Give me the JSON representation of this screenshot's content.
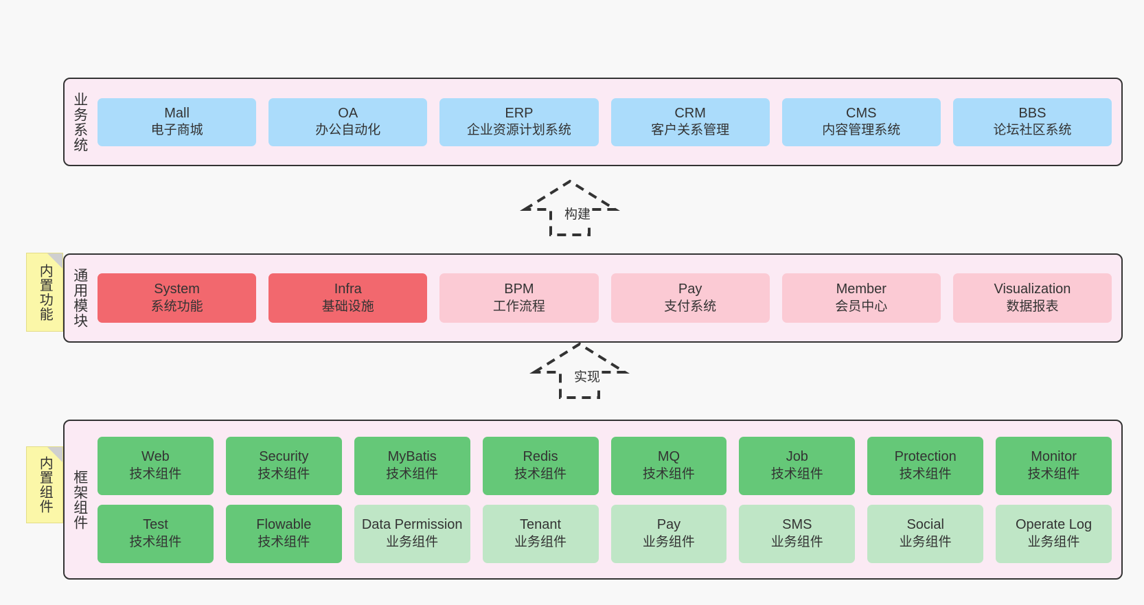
{
  "diagram": {
    "title": "ruoyi-vue-pro architecture layers",
    "colors": {
      "band_background": "#fbeaf4",
      "band_border": "#333333",
      "business_card": "#abdcfb",
      "module_highlight": "#f2686e",
      "module_normal": "#fbcad4",
      "tech_component": "#65c878",
      "business_component": "#bfe6c6",
      "sticky_note": "#fbf7a8",
      "page_background": "#f8f8f8"
    }
  },
  "layers": {
    "business": {
      "label": "业务系统",
      "cards": [
        {
          "name": "Mall",
          "sub": "电子商城"
        },
        {
          "name": "OA",
          "sub": "办公自动化"
        },
        {
          "name": "ERP",
          "sub": "企业资源计划系统"
        },
        {
          "name": "CRM",
          "sub": "客户关系管理"
        },
        {
          "name": "CMS",
          "sub": "内容管理系统"
        },
        {
          "name": "BBS",
          "sub": "论坛社区系统"
        }
      ]
    },
    "common": {
      "label": "通用模块",
      "cards": [
        {
          "name": "System",
          "sub": "系统功能",
          "style": "c-red"
        },
        {
          "name": "Infra",
          "sub": "基础设施",
          "style": "c-red"
        },
        {
          "name": "BPM",
          "sub": "工作流程",
          "style": "c-pink"
        },
        {
          "name": "Pay",
          "sub": "支付系统",
          "style": "c-pink"
        },
        {
          "name": "Member",
          "sub": "会员中心",
          "style": "c-pink"
        },
        {
          "name": "Visualization",
          "sub": "数据报表",
          "style": "c-pink"
        }
      ]
    },
    "framework": {
      "label": "框架组件",
      "row1": [
        {
          "name": "Web",
          "sub": "技术组件"
        },
        {
          "name": "Security",
          "sub": "技术组件"
        },
        {
          "name": "MyBatis",
          "sub": "技术组件"
        },
        {
          "name": "Redis",
          "sub": "技术组件"
        },
        {
          "name": "MQ",
          "sub": "技术组件"
        },
        {
          "name": "Job",
          "sub": "技术组件"
        },
        {
          "name": "Protection",
          "sub": "技术组件"
        },
        {
          "name": "Monitor",
          "sub": "技术组件"
        }
      ],
      "row2": [
        {
          "name": "Test",
          "sub": "技术组件",
          "style": "c-green"
        },
        {
          "name": "Flowable",
          "sub": "技术组件",
          "style": "c-green"
        },
        {
          "name": "Data Permission",
          "sub": "业务组件",
          "style": "c-lgreen"
        },
        {
          "name": "Tenant",
          "sub": "业务组件",
          "style": "c-lgreen"
        },
        {
          "name": "Pay",
          "sub": "业务组件",
          "style": "c-lgreen"
        },
        {
          "name": "SMS",
          "sub": "业务组件",
          "style": "c-lgreen"
        },
        {
          "name": "Social",
          "sub": "业务组件",
          "style": "c-lgreen"
        },
        {
          "name": "Operate Log",
          "sub": "业务组件",
          "style": "c-lgreen"
        }
      ]
    }
  },
  "notes": {
    "functions": "内置功能",
    "components": "内置组件"
  },
  "arrows": {
    "build": "构建",
    "implement": "实现"
  }
}
